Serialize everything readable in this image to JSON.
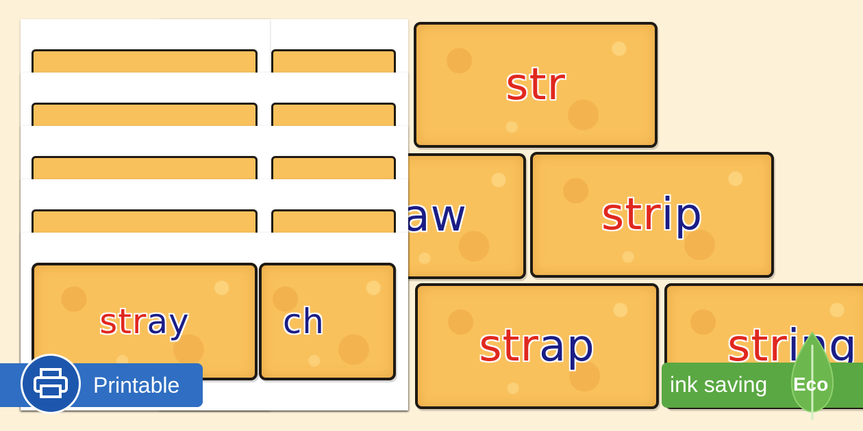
{
  "cards": [
    {
      "name": "card-str",
      "parts": [
        {
          "text": "str",
          "color": "red"
        }
      ]
    },
    {
      "name": "card-straw",
      "parts": [
        {
          "text": "aw",
          "color": "blue"
        }
      ]
    },
    {
      "name": "card-strip",
      "parts": [
        {
          "text": "str",
          "color": "red"
        },
        {
          "text": "ip",
          "color": "blue"
        }
      ]
    },
    {
      "name": "card-strap",
      "parts": [
        {
          "text": "str",
          "color": "red"
        },
        {
          "text": "ap",
          "color": "blue"
        }
      ]
    },
    {
      "name": "card-string",
      "parts": [
        {
          "text": "str",
          "color": "red"
        },
        {
          "text": "ing",
          "color": "blue"
        }
      ]
    },
    {
      "name": "card-stray",
      "parts": [
        {
          "text": "str",
          "color": "red"
        },
        {
          "text": "ay",
          "color": "blue"
        }
      ]
    },
    {
      "name": "card-stretch",
      "parts": [
        {
          "text": "ch",
          "color": "blue"
        }
      ]
    }
  ],
  "badges": {
    "printable": "Printable",
    "ink_saving": "ink saving",
    "eco": "Eco"
  }
}
